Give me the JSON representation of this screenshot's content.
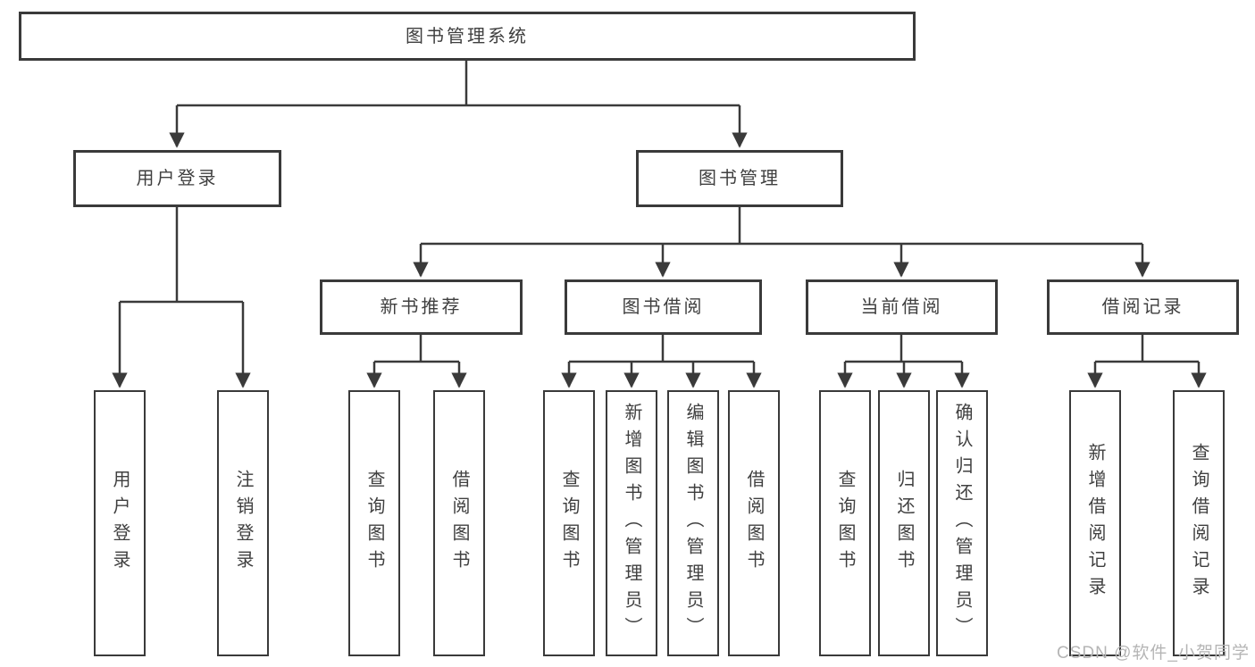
{
  "diagram": {
    "root": {
      "label": "图书管理系统"
    },
    "level2": [
      {
        "label": "用户登录"
      },
      {
        "label": "图书管理"
      }
    ],
    "level3": [
      {
        "label": "新书推荐"
      },
      {
        "label": "图书借阅"
      },
      {
        "label": "当前借阅"
      },
      {
        "label": "借阅记录"
      }
    ],
    "leaves": [
      {
        "label": "用户登录",
        "parent": "用户登录"
      },
      {
        "label": "注销登录",
        "parent": "用户登录"
      },
      {
        "label": "查询图书",
        "parent": "新书推荐"
      },
      {
        "label": "借阅图书",
        "parent": "新书推荐"
      },
      {
        "label": "查询图书",
        "parent": "图书借阅"
      },
      {
        "label": "新增图书（管理员）",
        "parent": "图书借阅"
      },
      {
        "label": "编辑图书（管理员）",
        "parent": "图书借阅"
      },
      {
        "label": "借阅图书",
        "parent": "图书借阅"
      },
      {
        "label": "查询图书",
        "parent": "当前借阅"
      },
      {
        "label": "归还图书",
        "parent": "当前借阅"
      },
      {
        "label": "确认归还（管理员）",
        "parent": "当前借阅"
      },
      {
        "label": "新增借阅记录",
        "parent": "借阅记录"
      },
      {
        "label": "查询借阅记录",
        "parent": "借阅记录"
      }
    ]
  },
  "watermark": {
    "text": "CSDN @软件_小贺同学"
  },
  "colors": {
    "line": "#3a3a3a",
    "text": "#3f3f3f",
    "background": "#ffffff",
    "watermark": "#b5b5b5"
  }
}
